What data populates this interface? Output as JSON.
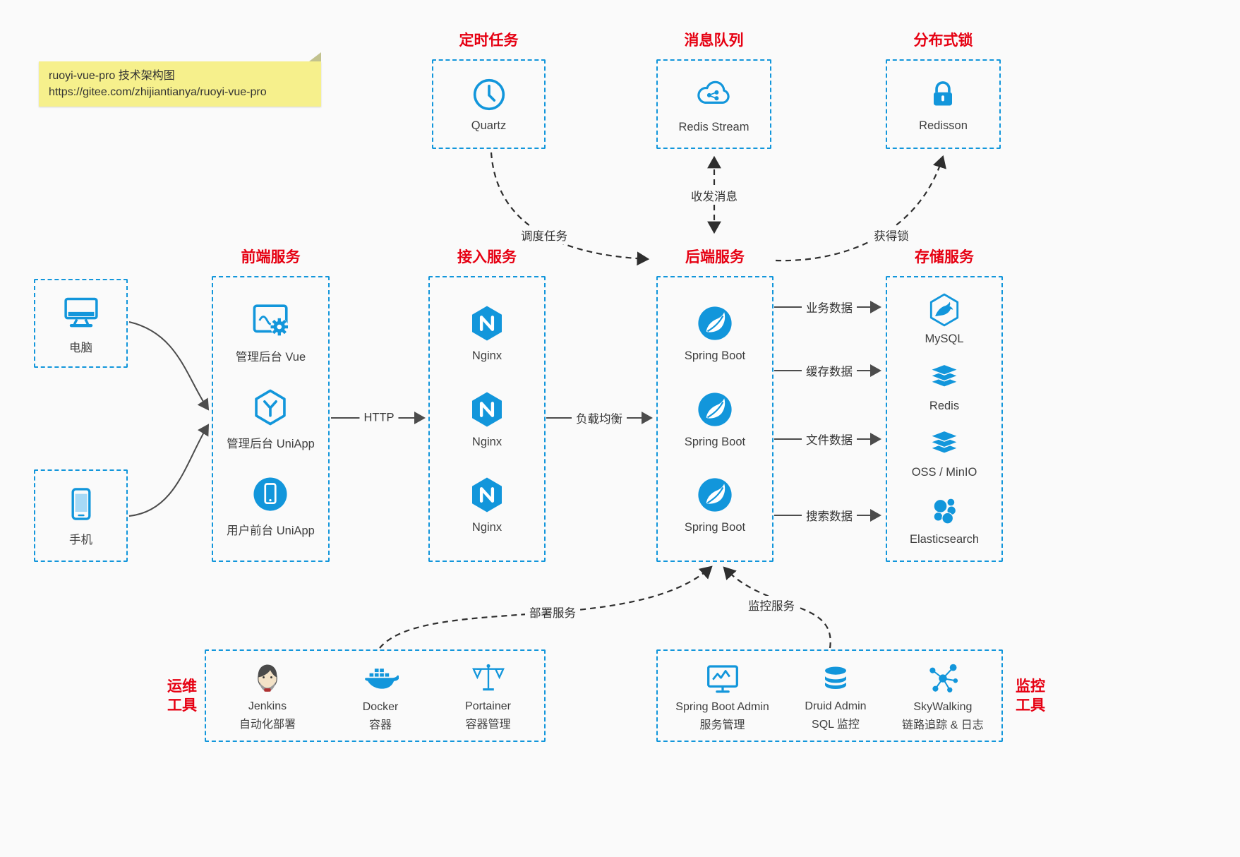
{
  "note": {
    "line1": "ruoyi-vue-pro 技术架构图",
    "line2": "https://gitee.com/zhijiantianya/ruoyi-vue-pro"
  },
  "colors": {
    "accent": "#1296db",
    "title_red": "#e60012",
    "background": "#fafafa",
    "note_yellow": "#f6f08c"
  },
  "top_groups": [
    {
      "title": "定时任务",
      "item": {
        "icon": "clock-icon",
        "label": "Quartz"
      }
    },
    {
      "title": "消息队列",
      "item": {
        "icon": "cloud-network-icon",
        "label": "Redis Stream"
      }
    },
    {
      "title": "分布式锁",
      "item": {
        "icon": "lock-icon",
        "label": "Redisson"
      }
    }
  ],
  "clients": [
    {
      "icon": "desktop-icon",
      "label": "电脑"
    },
    {
      "icon": "mobile-icon",
      "label": "手机"
    }
  ],
  "columns": [
    {
      "title": "前端服务",
      "items": [
        {
          "icon": "admin-vue-icon",
          "label": "管理后台 Vue"
        },
        {
          "icon": "uniapp-icon",
          "label": "管理后台 UniApp"
        },
        {
          "icon": "user-uniapp-icon",
          "label": "用户前台 UniApp"
        }
      ]
    },
    {
      "title": "接入服务",
      "items": [
        {
          "icon": "nginx-icon",
          "label": "Nginx"
        },
        {
          "icon": "nginx-icon",
          "label": "Nginx"
        },
        {
          "icon": "nginx-icon",
          "label": "Nginx"
        }
      ]
    },
    {
      "title": "后端服务",
      "items": [
        {
          "icon": "spring-boot-icon",
          "label": "Spring Boot"
        },
        {
          "icon": "spring-boot-icon",
          "label": "Spring Boot"
        },
        {
          "icon": "spring-boot-icon",
          "label": "Spring Boot"
        }
      ]
    },
    {
      "title": "存储服务",
      "items": [
        {
          "icon": "mysql-icon",
          "label": "MySQL"
        },
        {
          "icon": "redis-icon",
          "label": "Redis"
        },
        {
          "icon": "oss-minio-icon",
          "label": "OSS / MinIO"
        },
        {
          "icon": "elasticsearch-icon",
          "label": "Elasticsearch"
        }
      ]
    }
  ],
  "bottom_groups": [
    {
      "side_label": [
        "运维",
        "工具"
      ],
      "items": [
        {
          "icon": "jenkins-icon",
          "label1": "Jenkins",
          "label2": "自动化部署"
        },
        {
          "icon": "docker-icon",
          "label1": "Docker",
          "label2": "容器"
        },
        {
          "icon": "portainer-icon",
          "label1": "Portainer",
          "label2": "容器管理"
        }
      ]
    },
    {
      "side_label": [
        "监控",
        "工具"
      ],
      "items": [
        {
          "icon": "spring-boot-admin-icon",
          "label1": "Spring Boot Admin",
          "label2": "服务管理"
        },
        {
          "icon": "druid-icon",
          "label1": "Druid Admin",
          "label2": "SQL 监控"
        },
        {
          "icon": "skywalking-icon",
          "label1": "SkyWalking",
          "label2": "链路追踪 & 日志"
        }
      ]
    }
  ],
  "edge_labels": {
    "http": "HTTP",
    "load_balance": "负载均衡",
    "schedule": "调度任务",
    "messaging": "收发消息",
    "acquire_lock": "获得锁",
    "business_data": "业务数据",
    "cache_data": "缓存数据",
    "file_data": "文件数据",
    "search_data": "搜索数据",
    "deploy": "部署服务",
    "monitor": "监控服务"
  }
}
